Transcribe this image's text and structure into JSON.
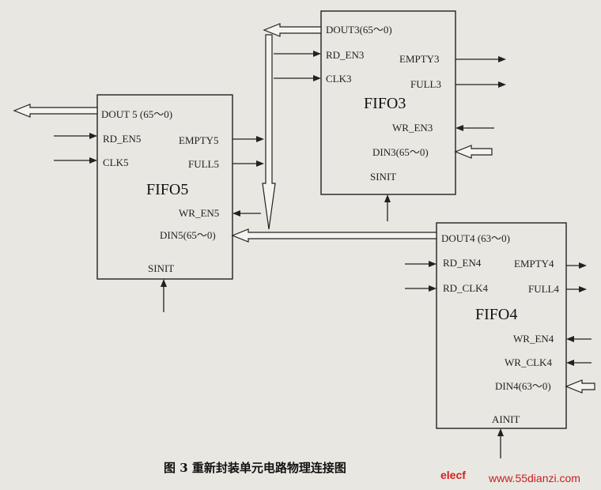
{
  "fifo5": {
    "name": "FIFO5",
    "dout": "DOUT 5 (65～0)",
    "rd_en": "RD_EN5",
    "clk": "CLK5",
    "empty": "EMPTY5",
    "full": "FULL5",
    "wr_en": "WR_EN5",
    "din": "DIN5(65～0)",
    "sinit": "SINIT"
  },
  "fifo3": {
    "name": "FIFO3",
    "dout": "DOUT3(65～0)",
    "rd_en": "RD_EN3",
    "clk": "CLK3",
    "empty": "EMPTY3",
    "full": "FULL3",
    "wr_en": "WR_EN3",
    "din": "DIN3(65～0)",
    "sinit": "SINIT"
  },
  "fifo4": {
    "name": "FIFO4",
    "dout": "DOUT4 (63～0)",
    "rd_en": "RD_EN4",
    "rd_clk": "RD_CLK4",
    "empty": "EMPTY4",
    "full": "FULL4",
    "wr_en": "WR_EN4",
    "wr_clk": "WR_CLK4",
    "din": "DIN4(63～0)",
    "ainit": "AINIT"
  },
  "caption": "图 3  重新封装单元电路物理连接图",
  "watermark": {
    "logo": "elecf",
    "url": "www.55dianzi.com"
  }
}
